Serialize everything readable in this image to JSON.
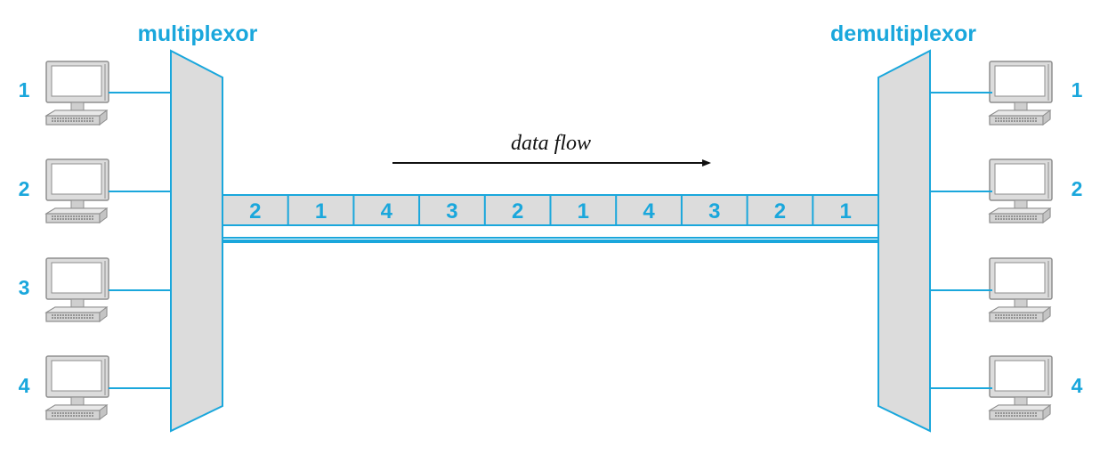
{
  "colors": {
    "accent": "#1aa7dc",
    "device_fill": "#dcdcdc",
    "device_stroke": "#9a9a9a",
    "arrow": "#111111"
  },
  "titles": {
    "left": "multiplexor",
    "right": "demultiplexor"
  },
  "flow_label": "data flow",
  "left_terminals": [
    {
      "label": "1",
      "icon": "computer-icon"
    },
    {
      "label": "2",
      "icon": "computer-icon"
    },
    {
      "label": "3",
      "icon": "computer-icon"
    },
    {
      "label": "4",
      "icon": "computer-icon"
    }
  ],
  "right_terminals": [
    {
      "label": "1",
      "icon": "computer-icon"
    },
    {
      "label": "2",
      "icon": "computer-icon"
    },
    {
      "label": "",
      "icon": "computer-icon"
    },
    {
      "label": "4",
      "icon": "computer-icon"
    }
  ],
  "stream_slots": [
    "2",
    "1",
    "4",
    "3",
    "2",
    "1",
    "4",
    "3",
    "2",
    "1"
  ]
}
